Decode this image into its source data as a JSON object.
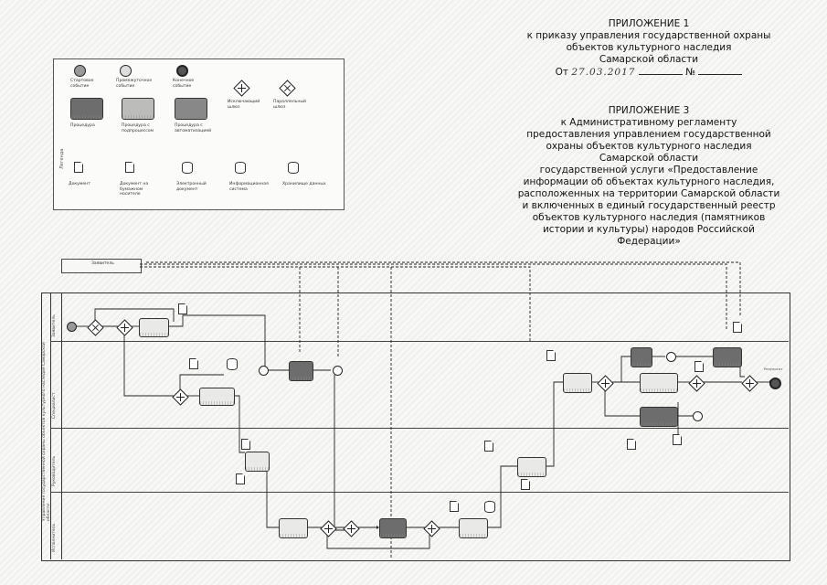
{
  "header": {
    "app1_title": "ПРИЛОЖЕНИЕ 1",
    "app1_line1": "к приказу управления государственной охраны",
    "app1_line2": "объектов культурного наследия",
    "app1_line3": "Самарской области",
    "app1_from": "От",
    "app1_date": "27.03.2017",
    "app1_no": "№",
    "app3_title": "ПРИЛОЖЕНИЕ 3",
    "app3_lines": [
      "к Административному регламенту",
      "предоставления управлением государственной",
      "охраны объектов культурного наследия",
      "Самарской области",
      "государственной услуги «Предоставление",
      "информации об объектах культурного наследия,",
      "расположенных на территории Самарской области",
      "и включенных в единый государственный реестр",
      "объектов культурного наследия (памятников",
      "истории и культуры) народов Российской",
      "Федерации»"
    ]
  },
  "legend": {
    "tag": "Легенда",
    "items": [
      "Стартовое событие",
      "Промежуточное событие",
      "Конечное событие",
      "Процедура",
      "Процедура с подпроцессом",
      "Процедура с автоматизацией",
      "Исключающий шлюз",
      "Параллельный шлюз",
      "Документ",
      "Документ на бумажном носителе",
      "Электронный документ",
      "Информационная система",
      "Хранилище данных"
    ]
  },
  "diagram": {
    "artifact_label": "Заявитель",
    "pool_label": "Управление государственной охраны объектов культурного наследия Самарской области",
    "lanes": [
      "Заявитель",
      "Специалист",
      "Руководитель",
      "Исполнитель"
    ],
    "end_label": "Результат"
  },
  "colors": {
    "ink": "#222222",
    "task_dark": "#6d6d6d",
    "task_light": "#e9e9e7",
    "paper": "#f4f4f1"
  }
}
